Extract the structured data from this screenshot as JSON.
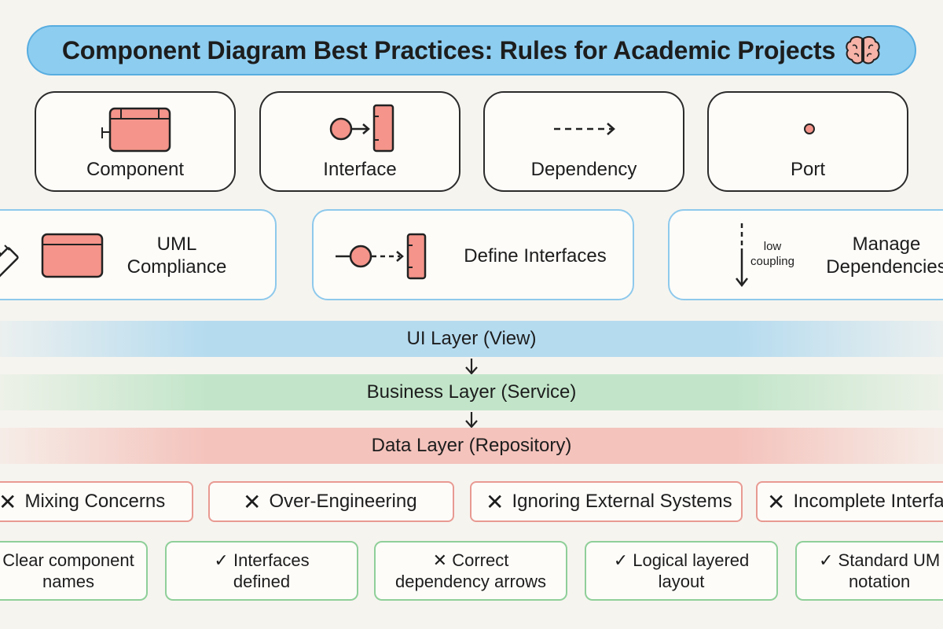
{
  "title": "Component Diagram Best Practices: Rules for Academic Projects",
  "notation": [
    {
      "label": "Component"
    },
    {
      "label": "Interface"
    },
    {
      "label": "Dependency"
    },
    {
      "label": "Port"
    }
  ],
  "principles": {
    "uml": {
      "line1": "UML",
      "line2": "Compliance"
    },
    "interfaces": {
      "label": "Define Interfaces"
    },
    "dependencies": {
      "line1": "Manage",
      "line2": "Dependencies",
      "note1": "low",
      "note2": "coupling"
    }
  },
  "layers": [
    {
      "label": "UI Layer (View)"
    },
    {
      "label": "Business Layer (Service)"
    },
    {
      "label": "Data Layer (Repository)"
    }
  ],
  "pitfalls": [
    {
      "mark": "✕",
      "label": "Mixing Concerns"
    },
    {
      "mark": "✕",
      "label": "Over-Engineering"
    },
    {
      "mark": "✕",
      "label": "Ignoring External Systems"
    },
    {
      "mark": "✕",
      "label": "Incomplete Interfa"
    }
  ],
  "checklist": [
    {
      "line1": "Clear component",
      "line2": "names"
    },
    {
      "line1": "✓ Interfaces",
      "line2": "defined"
    },
    {
      "line1": "✕ Correct",
      "line2": "dependency arrows"
    },
    {
      "line1": "✓ Logical layered",
      "line2": "layout"
    },
    {
      "line1": "✓ Standard UM",
      "line2": "notation"
    }
  ],
  "colors": {
    "title_fill": "#8dcdf0",
    "component_fill": "#f4948a",
    "layer_ui": "#b5dbef",
    "layer_business": "#c2e5c9",
    "layer_data": "#f4c3bc",
    "pitfall_border": "#e89a92",
    "checklist_border": "#8fcf99"
  },
  "icons": [
    "brain-icon",
    "component-icon",
    "interface-icon",
    "dependency-arrow-icon",
    "port-icon",
    "ruler-icon",
    "component-box-icon",
    "interface-connection-icon",
    "down-arrow-icon"
  ]
}
